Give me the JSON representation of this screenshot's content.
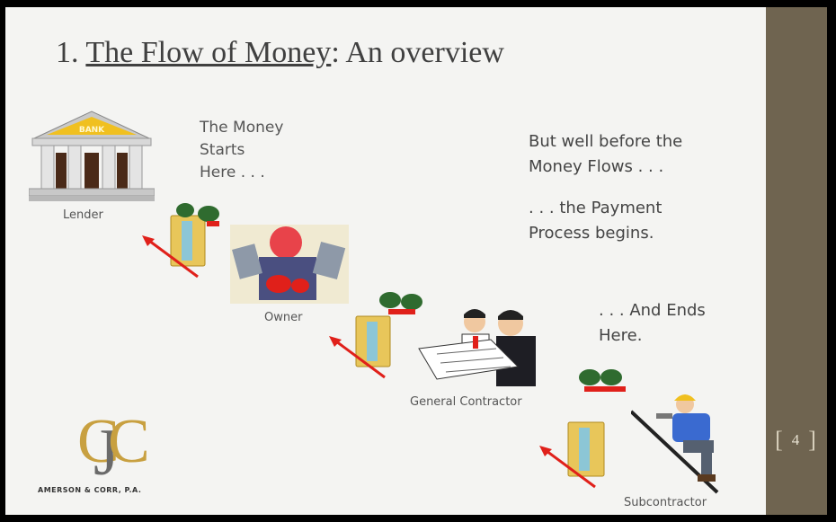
{
  "slide": {
    "title_prefix": "1. ",
    "title_link": "The Flow of Money",
    "title_suffix": ": An overview",
    "money_starts": [
      "The Money",
      "Starts",
      "Here . . ."
    ],
    "well_before": [
      "But well before the",
      "Money Flows . . ."
    ],
    "payment_process": [
      ". . . the Payment",
      "Process begins."
    ],
    "and_ends": [
      ". . . And Ends",
      "Here."
    ],
    "labels": {
      "lender": "Lender",
      "owner": "Owner",
      "general_contractor": "General Contractor",
      "subcontractor": "Subcontractor"
    },
    "bank_sign": "BANK",
    "logo_monogram": "CJC",
    "logo_firm": "AMERSON & CORR, P.A."
  },
  "page_number": "4",
  "colors": {
    "slide_bg": "#f4f4f2",
    "sidebar": "#6f6450",
    "arrow": "#e0201a",
    "folder": "#e8c65a",
    "money": "#2f6b2f",
    "logo_gold": "#c8a040",
    "logo_gray": "#6a6a6a"
  },
  "icons": [
    "bank-icon",
    "money-folder-icon",
    "owner-clipart",
    "contractor-clipart",
    "worker-clipart",
    "arrow-icon"
  ]
}
